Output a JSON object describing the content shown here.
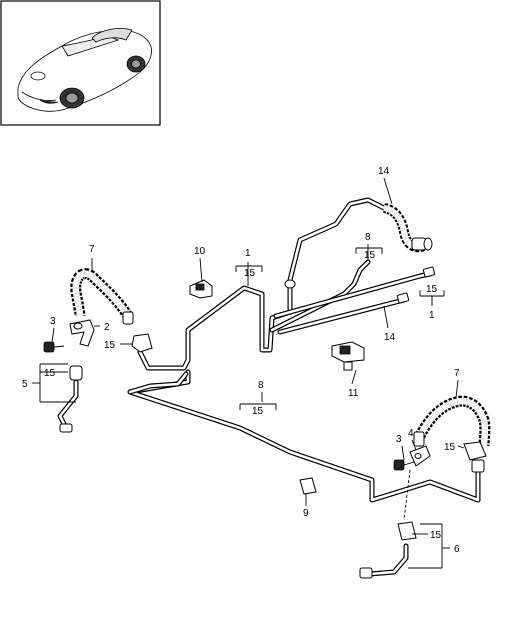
{
  "callouts": {
    "c14_top": "14",
    "c10": "10",
    "c1_top": "1",
    "c15_a": "15",
    "c8_top": "8",
    "c15_b": "15",
    "c15_c": "15",
    "c1_right": "1",
    "c14_mid": "14",
    "c11": "11",
    "c7_left": "7",
    "c3_left": "3",
    "c2": "2",
    "c15_d": "15",
    "c5": "5",
    "c15_e": "15",
    "c8_mid": "8",
    "c15_f": "15",
    "c7_right": "7",
    "c3_right": "3",
    "c4": "4",
    "c15_g": "15",
    "c9": "9",
    "c15_h": "15",
    "c6": "6"
  },
  "icons": {
    "car_thumbnail": "car-icon",
    "bracket_10": "bracket-icon",
    "bracket_11": "bracket-icon"
  },
  "colors": {
    "line": "#000000",
    "background": "#ffffff"
  }
}
